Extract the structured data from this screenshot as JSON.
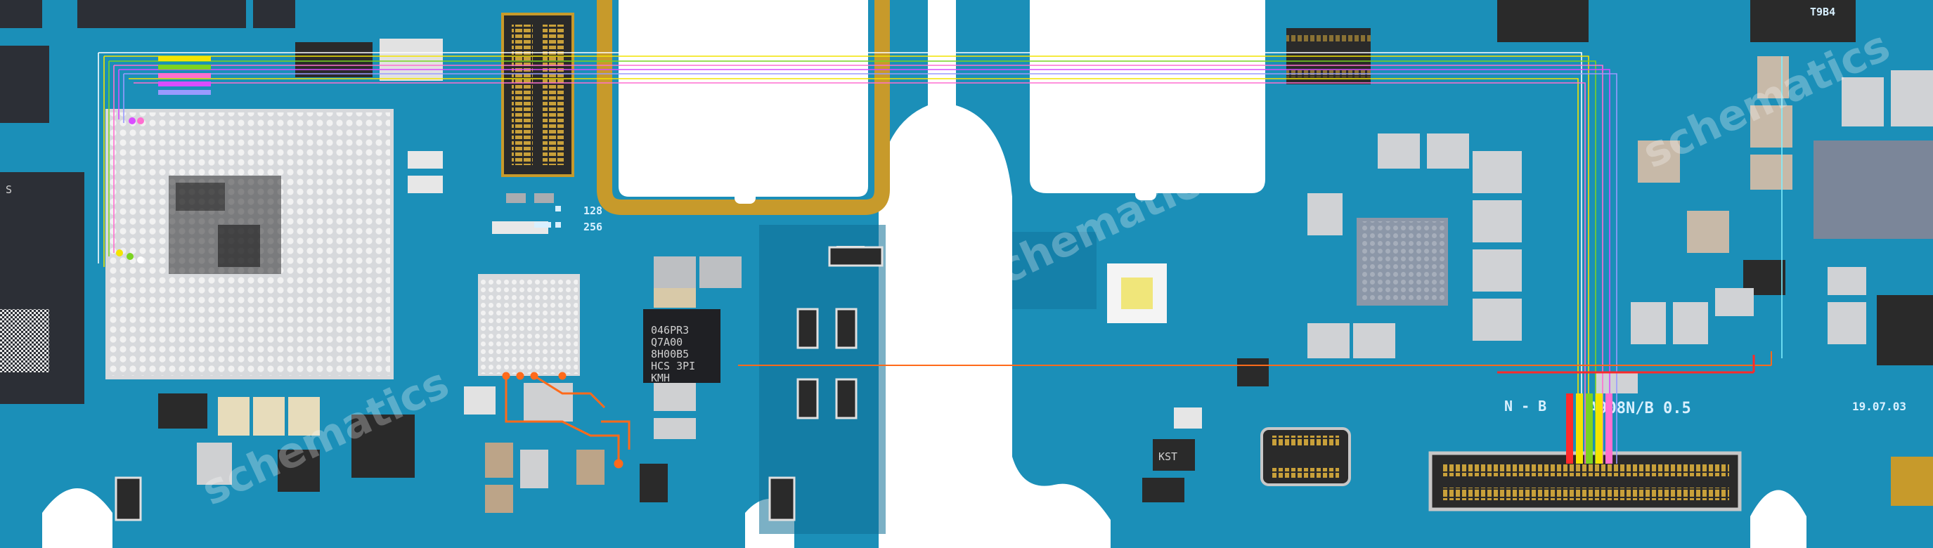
{
  "silkscreen": {
    "model_label": "N - B",
    "board_label": "A908N/B 0.5",
    "date_label": "19.07.03",
    "scale_128": "128",
    "scale_256": "256",
    "corner_code": "T9B4",
    "left_chip_letter": "S"
  },
  "chip_markings": {
    "pmic_line1": "046PR3",
    "pmic_line2": "Q7A00",
    "pmic_line3": "8H00B5",
    "pmic_line4": "HCS 3PI",
    "pmic_line5": "KMH",
    "small_chip": "KST"
  },
  "watermark": {
    "text": "schematics"
  },
  "colors": {
    "board": "#1b8fb8",
    "board_dark": "#0f6f96",
    "trace_colors": [
      "#ffffff",
      "#f4e400",
      "#7bd321",
      "#ff6fd0",
      "#d94dff",
      "#9a9aff",
      "#ff2a2a"
    ],
    "highlight_orange": "#ff6a1a",
    "connector_gold": "#c79a2b"
  }
}
